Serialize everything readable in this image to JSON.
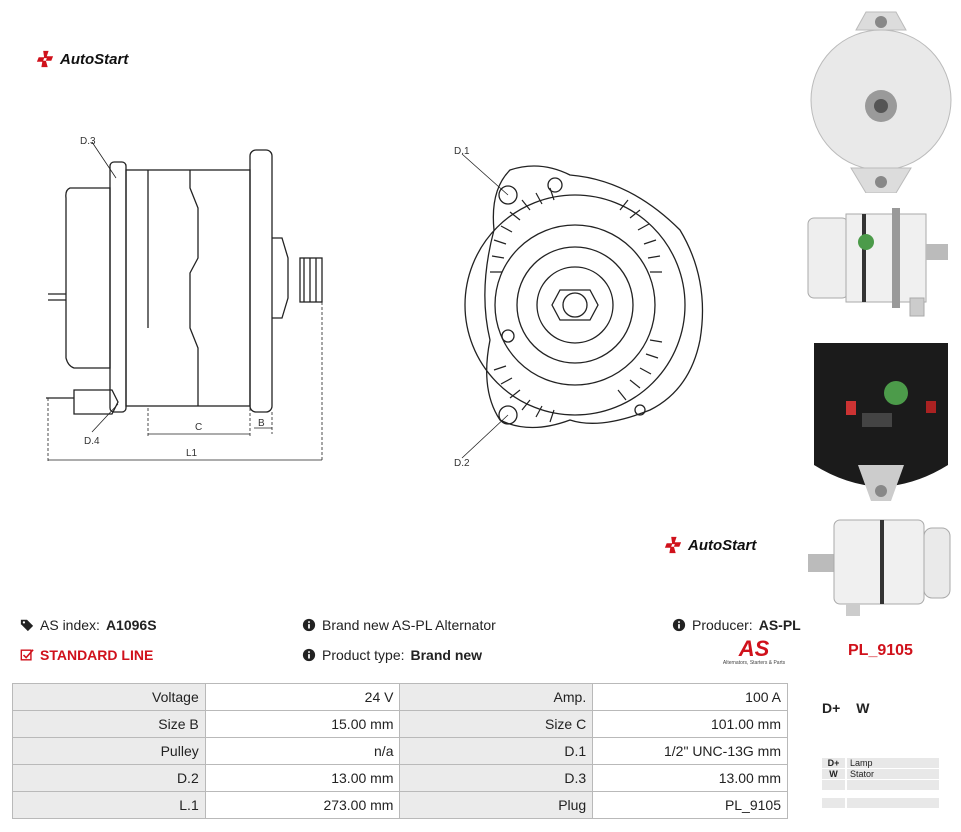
{
  "brand": {
    "name": "AutoStart",
    "name_bottom": "AutoStart"
  },
  "drawing_labels": {
    "d1": "D.1",
    "d2": "D.2",
    "d3": "D.3",
    "d4": "D.4",
    "c": "C",
    "b": "B",
    "l1": "L1"
  },
  "info": {
    "as_index_label": "AS index:",
    "as_index_value": "A1096S",
    "standard_line": "STANDARD LINE",
    "brand_new_text": "Brand new AS-PL Alternator",
    "product_type_label": "Product type:",
    "product_type_value": "Brand new",
    "producer_label": "Producer:",
    "producer_value": "AS-PL",
    "as_logo_text": "AS",
    "as_logo_tagline": "Alternators, Starters & Parts"
  },
  "specs": [
    {
      "k1": "Voltage",
      "v1": "24 V",
      "k2": "Amp.",
      "v2": "100 A"
    },
    {
      "k1": "Size B",
      "v1": "15.00 mm",
      "k2": "Size C",
      "v2": "101.00 mm"
    },
    {
      "k1": "Pulley",
      "v1": "n/a",
      "k2": "D.1",
      "v2": "1/2\" UNC-13G mm"
    },
    {
      "k1": "D.2",
      "v1": "13.00 mm",
      "k2": "D.3",
      "v2": "13.00 mm"
    },
    {
      "k1": "L.1",
      "v1": "273.00 mm",
      "k2": "Plug",
      "v2": "PL_9105"
    }
  ],
  "plug": {
    "code": "PL_9105",
    "pins": [
      "D+",
      "W"
    ],
    "legend": [
      {
        "pin": "D+",
        "desc": "Lamp"
      },
      {
        "pin": "W",
        "desc": "Stator"
      },
      {
        "pin": "",
        "desc": ""
      },
      {
        "pin": "",
        "desc": ""
      }
    ]
  },
  "colors": {
    "accent": "#d0111b",
    "table_key_bg": "#ebebeb",
    "table_border": "#b9b9b9"
  }
}
